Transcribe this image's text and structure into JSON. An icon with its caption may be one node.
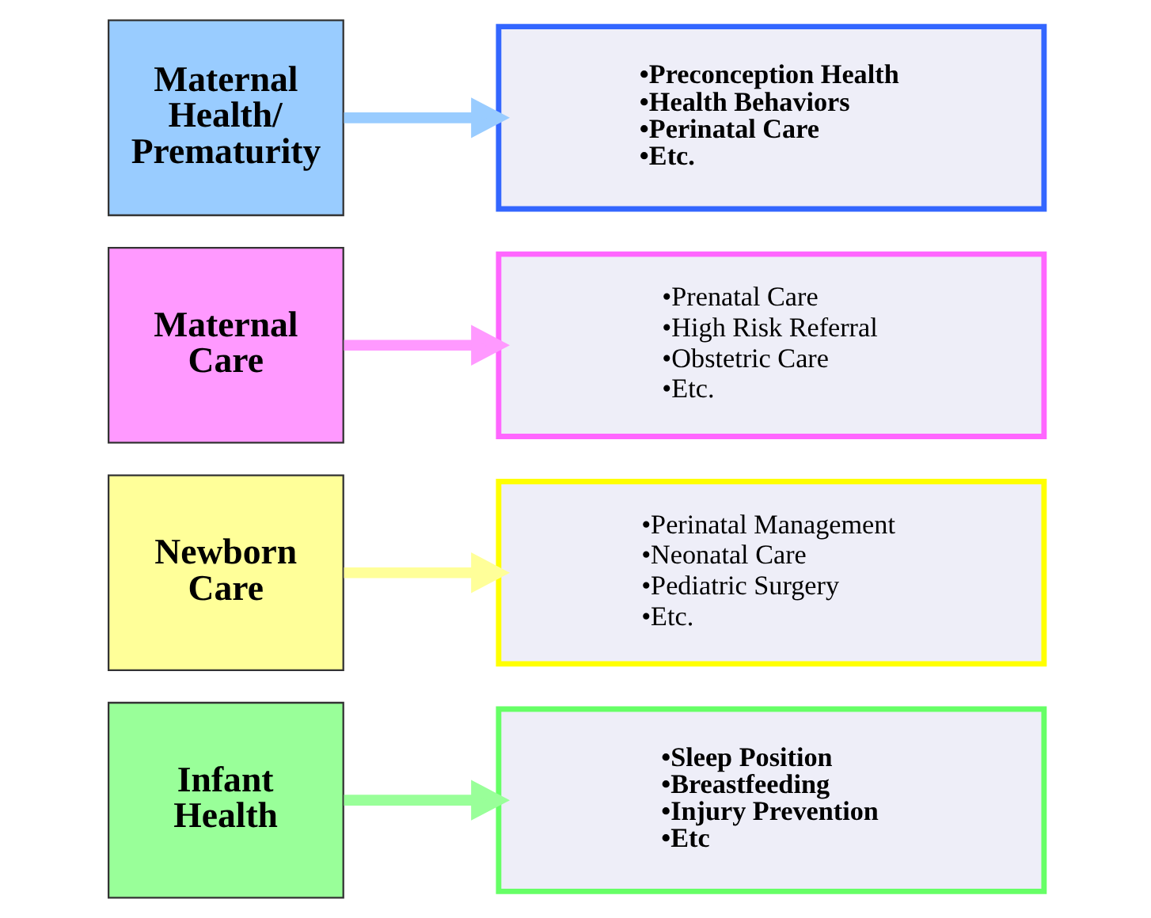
{
  "diagram": {
    "nodes": [
      {
        "text": [
          "Maternal Health/ Prematurity"
        ]
      },
      {
        "text": [
          "•Preconception Health",
          "•Health Behaviors",
          "•Perinatal Care",
          "•Etc."
        ]
      },
      {
        "text": [
          "Maternal Care"
        ]
      },
      {
        "text": [
          "•Prenatal Care",
          "•High Risk Referral",
          "•Obstetric Care",
          "•Etc."
        ]
      },
      {
        "text": [
          "Newborn Care"
        ]
      },
      {
        "text": [
          "•Perinatal Management",
          "•Neonatal Care",
          "•Pediatric Surgery",
          "•Etc."
        ]
      },
      {
        "text": [
          "Infant Health"
        ]
      },
      {
        "text": [
          "•Sleep Position",
          "•Breastfeeding",
          "•Injury Prevention",
          "•Etc"
        ]
      }
    ],
    "edges": [
      {
        "from": 0,
        "to": 1,
        "arrow": "to",
        "color": "#99ccff"
      },
      {
        "from": 2,
        "to": 3,
        "arrow": "to",
        "color": "#ff99ff"
      },
      {
        "from": 4,
        "to": 5,
        "arrow": "to",
        "color": "#ffff99"
      },
      {
        "from": 6,
        "to": 7,
        "arrow": "to",
        "color": "#99ff99"
      }
    ]
  }
}
